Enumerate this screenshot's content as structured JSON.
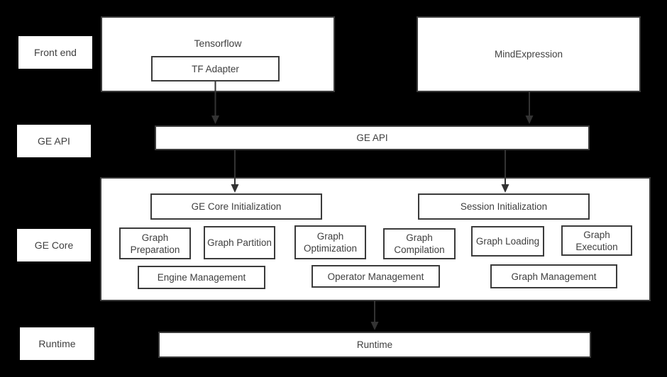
{
  "colors": {
    "background": "#000000",
    "box_fill": "#ffffff",
    "box_border": "#3b3b3b",
    "text": "#3f3f3f",
    "arrow": "#333333"
  },
  "side_labels": {
    "front_end": "Front end",
    "ge_api": "GE API",
    "ge_core": "GE Core",
    "runtime": "Runtime"
  },
  "front_end": {
    "tensorflow": "Tensorflow",
    "tf_adapter": "TF Adapter",
    "mind_expression": "MindExpression"
  },
  "ge_api": {
    "label": "GE API"
  },
  "ge_core": {
    "ge_core_initialization": "GE Core Initialization",
    "session_initialization": "Session Initialization",
    "graph_preparation": "Graph Preparation",
    "graph_partition": "Graph Partition",
    "graph_optimization": "Graph Optimization",
    "graph_compilation": "Graph Compilation",
    "graph_loading": "Graph Loading",
    "graph_execution": "Graph Execution",
    "engine_management": "Engine Management",
    "operator_management": "Operator Management",
    "graph_management": "Graph Management"
  },
  "runtime": {
    "label": "Runtime"
  }
}
